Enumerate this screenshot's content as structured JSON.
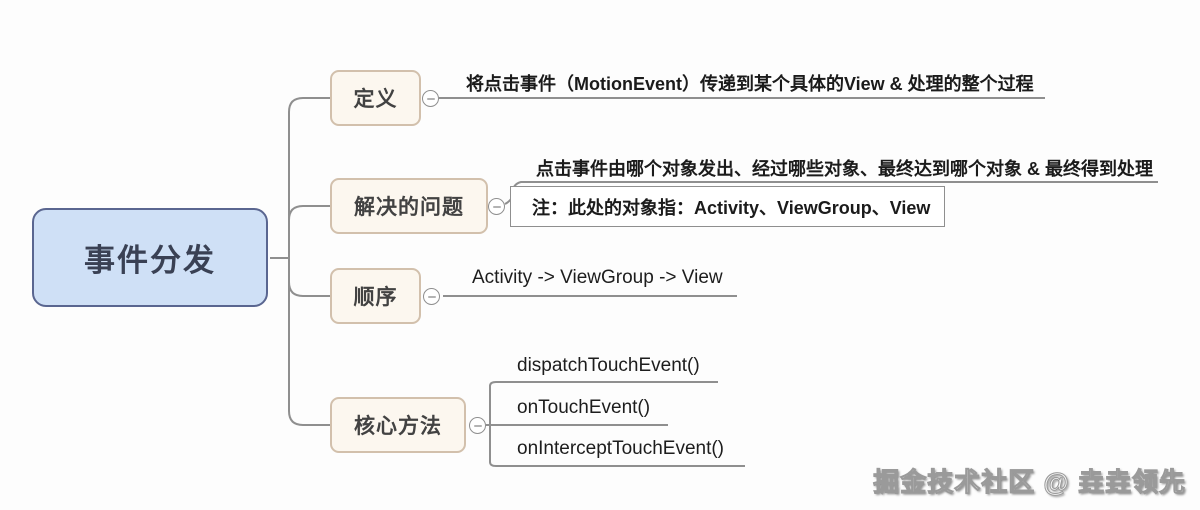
{
  "colors": {
    "background": "#fdfdfd",
    "root_fill": "#cfe0f6",
    "root_border": "#5a6690",
    "root_text": "#3a4154",
    "branch_fill": "#fcf7ef",
    "branch_border": "#d2c0ac",
    "branch_text": "#424242",
    "connector_line": "#8f8f8f",
    "topic_text": "#1b1b1b",
    "note_border": "#8f8f8f",
    "note_fill": "#ffffff"
  },
  "mindmap": {
    "root": {
      "label": "事件分发"
    },
    "branches": [
      {
        "label": "定义",
        "children": [
          {
            "type": "line",
            "text": "将点击事件（MotionEvent）传递到某个具体的View & 处理的整个过程"
          }
        ]
      },
      {
        "label": "解决的问题",
        "children": [
          {
            "type": "line",
            "text": "点击事件由哪个对象发出、经过哪些对象、最终达到哪个对象 & 最终得到处理"
          },
          {
            "type": "box",
            "text": "注：此处的对象指：Activity、ViewGroup、View"
          }
        ]
      },
      {
        "label": "顺序",
        "children": [
          {
            "type": "line",
            "text": "Activity -> ViewGroup -> View"
          }
        ]
      },
      {
        "label": "核心方法",
        "children": [
          {
            "type": "line",
            "text": "dispatchTouchEvent()"
          },
          {
            "type": "line",
            "text": "onTouchEvent()"
          },
          {
            "type": "line",
            "text": "onInterceptTouchEvent()"
          }
        ]
      }
    ]
  },
  "watermark": {
    "text": "掘金技术社区 @ 垚垚领先"
  }
}
